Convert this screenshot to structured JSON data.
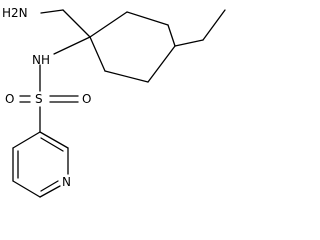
{
  "molecule": {
    "labels": {
      "amine": "H2N",
      "sulfonamide_nh": "NH",
      "sulfur": "S",
      "oxygen_left": "O",
      "oxygen_right": "O",
      "pyridine_n": "N"
    }
  },
  "colors": {
    "bond": "#000000",
    "text": "#000000",
    "background": "#ffffff"
  }
}
